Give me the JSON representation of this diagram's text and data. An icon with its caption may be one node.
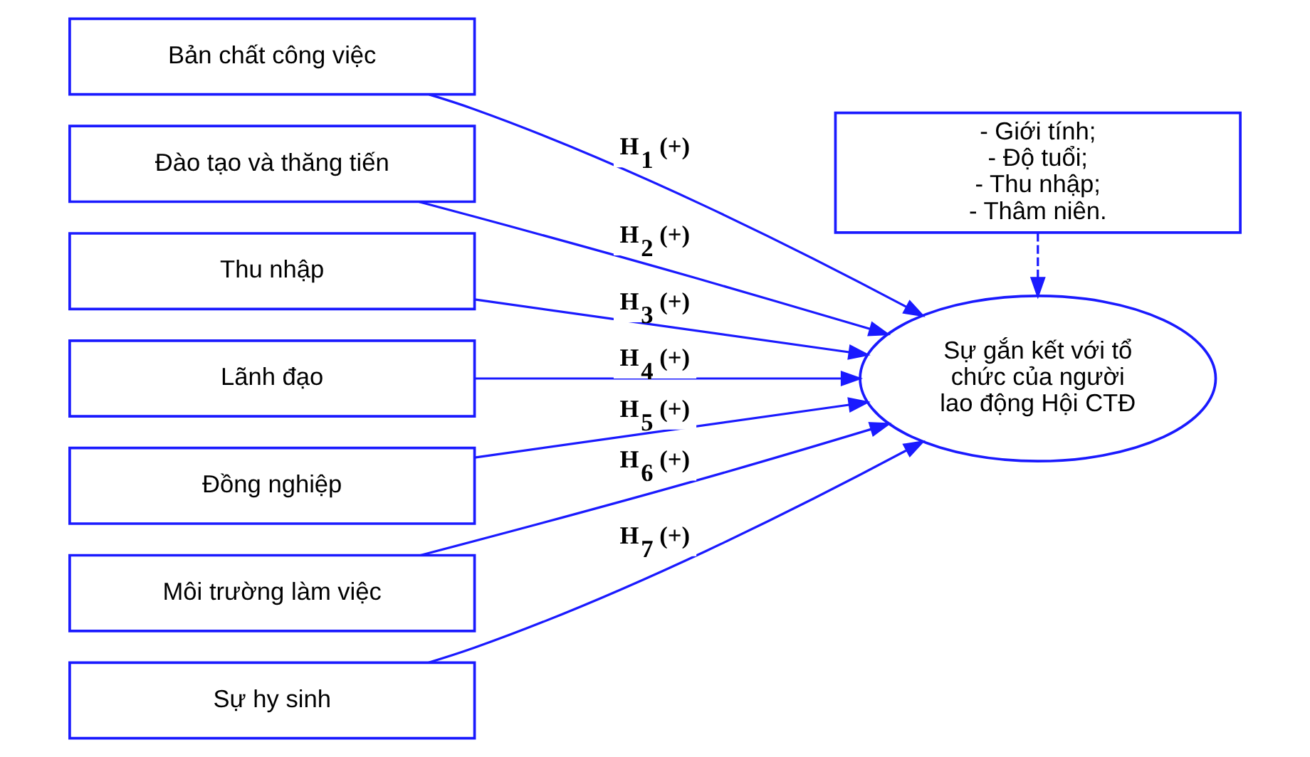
{
  "diagram": {
    "nodes": [
      {
        "text": [
          "Bản chất công việc"
        ]
      },
      {
        "text": [
          "Đào tạo và thăng tiến"
        ]
      },
      {
        "text": [
          "Thu nhập"
        ]
      },
      {
        "text": [
          "Lãnh đạo"
        ]
      },
      {
        "text": [
          "Đồng nghiệp"
        ]
      },
      {
        "text": [
          "Môi trường làm việc"
        ]
      },
      {
        "text": [
          "Sự hy sinh"
        ]
      },
      {
        "text": [
          "- Giới tính;",
          "- Độ tuổi;",
          "- Thu nhập;",
          "- Thâm niên."
        ]
      },
      {
        "text": [
          "Sự gắn kết với tổ chức của người lao động Hội CTĐ"
        ]
      }
    ],
    "edges": [
      {
        "from": 0,
        "to": 8,
        "arrow": "to",
        "label": "H$_{1}$ (+)"
      },
      {
        "from": 1,
        "to": 8,
        "arrow": "to",
        "label": "H$_{2}$ (+)"
      },
      {
        "from": 2,
        "to": 8,
        "arrow": "to",
        "label": "H$_{3}$ (+)"
      },
      {
        "from": 3,
        "to": 8,
        "arrow": "to",
        "label": "H$_{4}$ (+)"
      },
      {
        "from": 4,
        "to": 8,
        "arrow": "to",
        "label": "H$_{5}$ (+)"
      },
      {
        "from": 5,
        "to": 8,
        "arrow": "to",
        "label": "H$_{6}$ (+)"
      },
      {
        "from": 6,
        "to": 8,
        "arrow": "to",
        "label": "H$_{7}$ (+)"
      },
      {
        "from": 7,
        "to": 8,
        "arrow": "to",
        "style": "dashed"
      }
    ]
  }
}
